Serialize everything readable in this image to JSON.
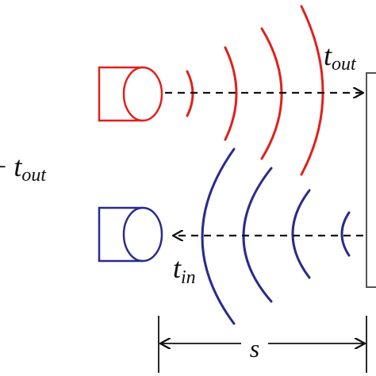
{
  "labels": {
    "t_out_top": {
      "base": "t",
      "sub": "out"
    },
    "t_out_left": {
      "prefix": "+ ",
      "base": "t",
      "sub": "out"
    },
    "t_in": {
      "base": "t",
      "sub": "in"
    },
    "distance": "s"
  },
  "colors": {
    "transmit": "#e0201c",
    "receive": "#2a2a8c",
    "line": "#111111",
    "wall": "#555555"
  },
  "icons": {
    "transmitter": "speaker-cylinder-icon",
    "receiver": "speaker-cylinder-icon"
  }
}
